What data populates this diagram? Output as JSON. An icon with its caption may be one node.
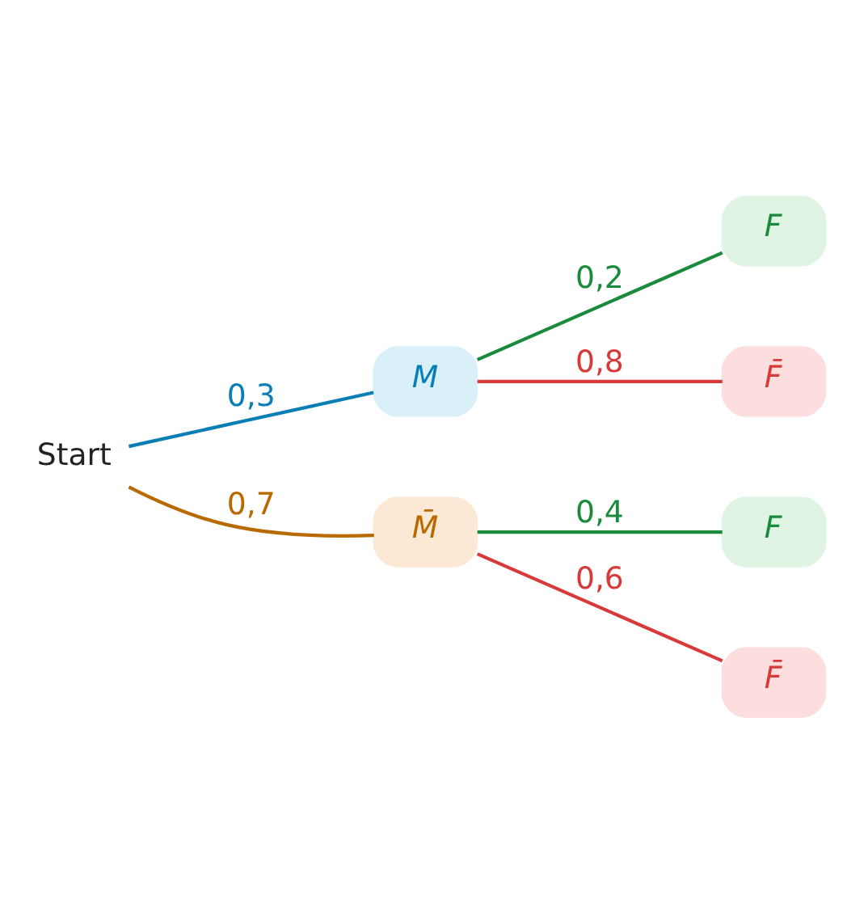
{
  "diagram": {
    "nodes": [
      {
        "text": [
          "Start"
        ]
      },
      {
        "text": [
          "M"
        ]
      },
      {
        "text": [
          "M̄"
        ]
      },
      {
        "text": [
          "F"
        ]
      },
      {
        "text": [
          "F̄"
        ]
      },
      {
        "text": [
          "F"
        ]
      },
      {
        "text": [
          "F̄"
        ]
      }
    ],
    "edges": [
      {
        "from": 0,
        "to": 1,
        "arrow": "none",
        "label": "0,3",
        "color": "#0a7fb5"
      },
      {
        "from": 0,
        "to": 2,
        "arrow": "none",
        "label": "0,7",
        "color": "#b86a00"
      },
      {
        "from": 1,
        "to": 3,
        "arrow": "none",
        "label": "0,2",
        "color": "#1a8a3c"
      },
      {
        "from": 1,
        "to": 4,
        "arrow": "none",
        "label": "0,8",
        "color": "#d83a3a"
      },
      {
        "from": 2,
        "to": 5,
        "arrow": "none",
        "label": "0,4",
        "color": "#1a8a3c"
      },
      {
        "from": 2,
        "to": 6,
        "arrow": "none",
        "label": "0,6",
        "color": "#d83a3a"
      }
    ]
  }
}
